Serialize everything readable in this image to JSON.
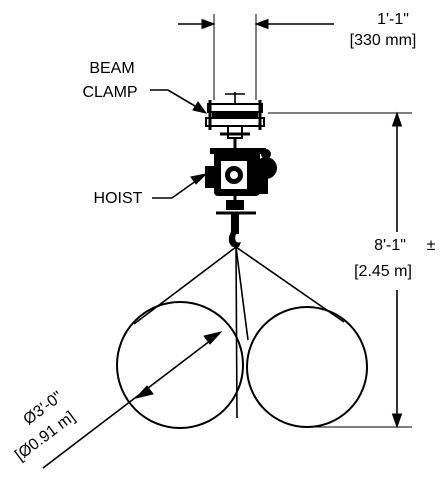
{
  "labels": {
    "width_imperial": "1'-1\"",
    "width_metric": "[330 mm]",
    "beam_clamp_line1": "BEAM",
    "beam_clamp_line2": "CLAMP",
    "hoist": "HOIST",
    "height_imperial": "8'-1\"",
    "height_tolerance": "±",
    "height_metric": "[2.45 m]",
    "diameter_imperial": "Ø3'-0\"",
    "diameter_metric": "[Ø0.91 m]"
  },
  "colors": {
    "ink": "#000000",
    "paper": "#ffffff"
  }
}
